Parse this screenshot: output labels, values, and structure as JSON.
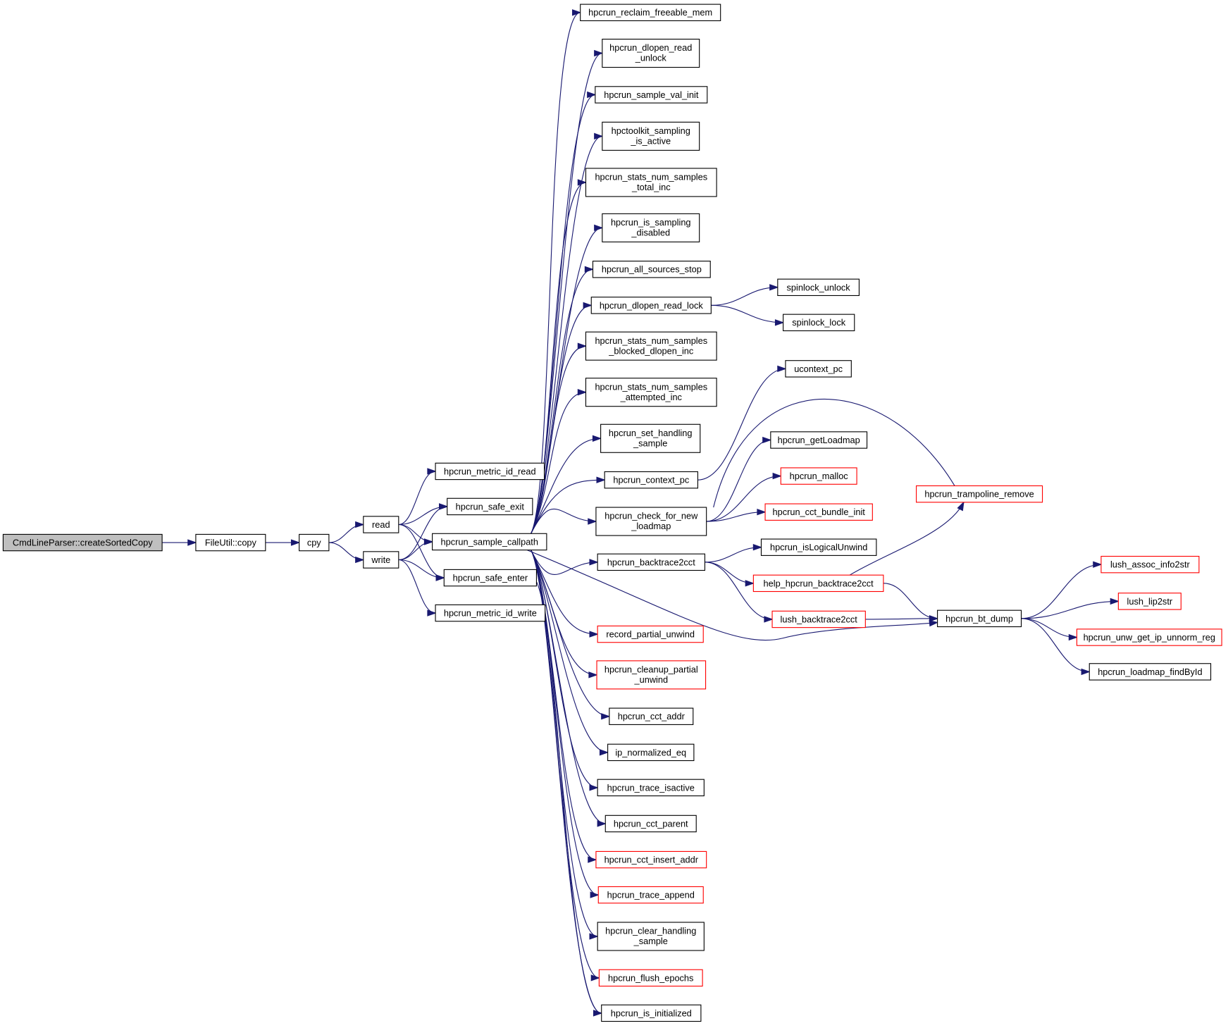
{
  "title": "Call graph of CmdLineParser::createSortedCopy",
  "colors": {
    "edge": "#191970",
    "root_fill": "#bfbfbf",
    "truncated_border": "#ff0000",
    "border": "#000000"
  },
  "nodes": [
    {
      "id": "root",
      "lines": [
        "CmdLineParser::createSortedCopy"
      ],
      "root": true
    },
    {
      "id": "fucopy",
      "lines": [
        "FileUtil::copy"
      ]
    },
    {
      "id": "cpy",
      "lines": [
        "cpy"
      ]
    },
    {
      "id": "read",
      "lines": [
        "read"
      ]
    },
    {
      "id": "write",
      "lines": [
        "write"
      ]
    },
    {
      "id": "midread",
      "lines": [
        "hpcrun_metric_id_read"
      ]
    },
    {
      "id": "safeexit",
      "lines": [
        "hpcrun_safe_exit"
      ]
    },
    {
      "id": "callpath",
      "lines": [
        "hpcrun_sample_callpath"
      ]
    },
    {
      "id": "safeenter",
      "lines": [
        "hpcrun_safe_enter"
      ]
    },
    {
      "id": "midwrite",
      "lines": [
        "hpcrun_metric_id_write"
      ]
    },
    {
      "id": "reclaim",
      "lines": [
        "hpcrun_reclaim_freeable_mem"
      ]
    },
    {
      "id": "dlunlock",
      "lines": [
        "hpcrun_dlopen_read",
        "_unlock"
      ]
    },
    {
      "id": "valinit",
      "lines": [
        "hpcrun_sample_val_init"
      ]
    },
    {
      "id": "tkactive",
      "lines": [
        "hpctoolkit_sampling",
        "_is_active"
      ]
    },
    {
      "id": "totalinc",
      "lines": [
        "hpcrun_stats_num_samples",
        "_total_inc"
      ]
    },
    {
      "id": "sampdis",
      "lines": [
        "hpcrun_is_sampling",
        "_disabled"
      ]
    },
    {
      "id": "allstop",
      "lines": [
        "hpcrun_all_sources_stop"
      ]
    },
    {
      "id": "dllock",
      "lines": [
        "hpcrun_dlopen_read_lock"
      ]
    },
    {
      "id": "blockedinc",
      "lines": [
        "hpcrun_stats_num_samples",
        "_blocked_dlopen_inc"
      ]
    },
    {
      "id": "attinc",
      "lines": [
        "hpcrun_stats_num_samples",
        "_attempted_inc"
      ]
    },
    {
      "id": "sethandling",
      "lines": [
        "hpcrun_set_handling",
        "_sample"
      ]
    },
    {
      "id": "ctxpc",
      "lines": [
        "hpcrun_context_pc"
      ]
    },
    {
      "id": "checkload",
      "lines": [
        "hpcrun_check_for_new",
        "_loadmap"
      ]
    },
    {
      "id": "bt2cct",
      "lines": [
        "hpcrun_backtrace2cct"
      ]
    },
    {
      "id": "recpartial",
      "lines": [
        "record_partial_unwind"
      ],
      "red": true
    },
    {
      "id": "cleanpartial",
      "lines": [
        "hpcrun_cleanup_partial",
        "_unwind"
      ],
      "red": true
    },
    {
      "id": "cctaddr",
      "lines": [
        "hpcrun_cct_addr"
      ]
    },
    {
      "id": "ipnorm",
      "lines": [
        "ip_normalized_eq"
      ]
    },
    {
      "id": "traceact",
      "lines": [
        "hpcrun_trace_isactive"
      ]
    },
    {
      "id": "cctparent",
      "lines": [
        "hpcrun_cct_parent"
      ]
    },
    {
      "id": "cctinsert",
      "lines": [
        "hpcrun_cct_insert_addr"
      ],
      "red": true
    },
    {
      "id": "traceapp",
      "lines": [
        "hpcrun_trace_append"
      ],
      "red": true
    },
    {
      "id": "clearhandling",
      "lines": [
        "hpcrun_clear_handling",
        "_sample"
      ]
    },
    {
      "id": "flush",
      "lines": [
        "hpcrun_flush_epochs"
      ],
      "red": true
    },
    {
      "id": "isinit",
      "lines": [
        "hpcrun_is_initialized"
      ]
    },
    {
      "id": "spunlock",
      "lines": [
        "spinlock_unlock"
      ]
    },
    {
      "id": "splock",
      "lines": [
        "spinlock_lock"
      ]
    },
    {
      "id": "ucpc",
      "lines": [
        "ucontext_pc"
      ]
    },
    {
      "id": "getload",
      "lines": [
        "hpcrun_getLoadmap"
      ]
    },
    {
      "id": "malloc",
      "lines": [
        "hpcrun_malloc"
      ],
      "red": true
    },
    {
      "id": "bundle",
      "lines": [
        "hpcrun_cct_bundle_init"
      ],
      "red": true
    },
    {
      "id": "logical",
      "lines": [
        "hpcrun_isLogicalUnwind"
      ]
    },
    {
      "id": "helpbt",
      "lines": [
        "help_hpcrun_backtrace2cct"
      ],
      "red": true
    },
    {
      "id": "lushbt",
      "lines": [
        "lush_backtrace2cct"
      ],
      "red": true
    },
    {
      "id": "tramp",
      "lines": [
        "hpcrun_trampoline_remove"
      ],
      "red": true
    },
    {
      "id": "btdump",
      "lines": [
        "hpcrun_bt_dump"
      ]
    },
    {
      "id": "lushassoc",
      "lines": [
        "lush_assoc_info2str"
      ],
      "red": true
    },
    {
      "id": "lushlip",
      "lines": [
        "lush_lip2str"
      ],
      "red": true
    },
    {
      "id": "unwget",
      "lines": [
        "hpcrun_unw_get_ip_unnorm_reg"
      ],
      "red": true
    },
    {
      "id": "findbyid",
      "lines": [
        "hpcrun_loadmap_findById"
      ]
    }
  ],
  "edges": [
    [
      "root",
      "fucopy"
    ],
    [
      "fucopy",
      "cpy"
    ],
    [
      "cpy",
      "read"
    ],
    [
      "cpy",
      "write"
    ],
    [
      "read",
      "midread"
    ],
    [
      "read",
      "safeexit"
    ],
    [
      "read",
      "callpath"
    ],
    [
      "read",
      "safeenter"
    ],
    [
      "write",
      "safeexit"
    ],
    [
      "write",
      "callpath"
    ],
    [
      "write",
      "safeenter"
    ],
    [
      "write",
      "midwrite"
    ],
    [
      "callpath",
      "reclaim"
    ],
    [
      "callpath",
      "dlunlock"
    ],
    [
      "callpath",
      "valinit"
    ],
    [
      "callpath",
      "tkactive"
    ],
    [
      "callpath",
      "totalinc"
    ],
    [
      "callpath",
      "sampdis"
    ],
    [
      "callpath",
      "allstop"
    ],
    [
      "callpath",
      "dllock"
    ],
    [
      "callpath",
      "blockedinc"
    ],
    [
      "callpath",
      "attinc"
    ],
    [
      "callpath",
      "sethandling"
    ],
    [
      "callpath",
      "ctxpc"
    ],
    [
      "callpath",
      "checkload"
    ],
    [
      "callpath",
      "bt2cct"
    ],
    [
      "callpath",
      "recpartial"
    ],
    [
      "callpath",
      "cleanpartial"
    ],
    [
      "callpath",
      "cctaddr"
    ],
    [
      "callpath",
      "ipnorm"
    ],
    [
      "callpath",
      "traceact"
    ],
    [
      "callpath",
      "cctparent"
    ],
    [
      "callpath",
      "cctinsert"
    ],
    [
      "callpath",
      "traceapp"
    ],
    [
      "callpath",
      "clearhandling"
    ],
    [
      "callpath",
      "flush"
    ],
    [
      "callpath",
      "isinit"
    ],
    [
      "callpath",
      "btdump"
    ],
    [
      "safeenter",
      "isinit"
    ],
    [
      "dllock",
      "spunlock"
    ],
    [
      "dllock",
      "splock"
    ],
    [
      "ctxpc",
      "ucpc"
    ],
    [
      "checkload",
      "tramp"
    ],
    [
      "checkload",
      "getload"
    ],
    [
      "checkload",
      "malloc"
    ],
    [
      "checkload",
      "bundle"
    ],
    [
      "bt2cct",
      "logical"
    ],
    [
      "bt2cct",
      "helpbt"
    ],
    [
      "bt2cct",
      "lushbt"
    ],
    [
      "helpbt",
      "tramp"
    ],
    [
      "helpbt",
      "btdump"
    ],
    [
      "lushbt",
      "btdump"
    ],
    [
      "btdump",
      "lushassoc"
    ],
    [
      "btdump",
      "lushlip"
    ],
    [
      "btdump",
      "unwget"
    ],
    [
      "btdump",
      "findbyid"
    ]
  ]
}
